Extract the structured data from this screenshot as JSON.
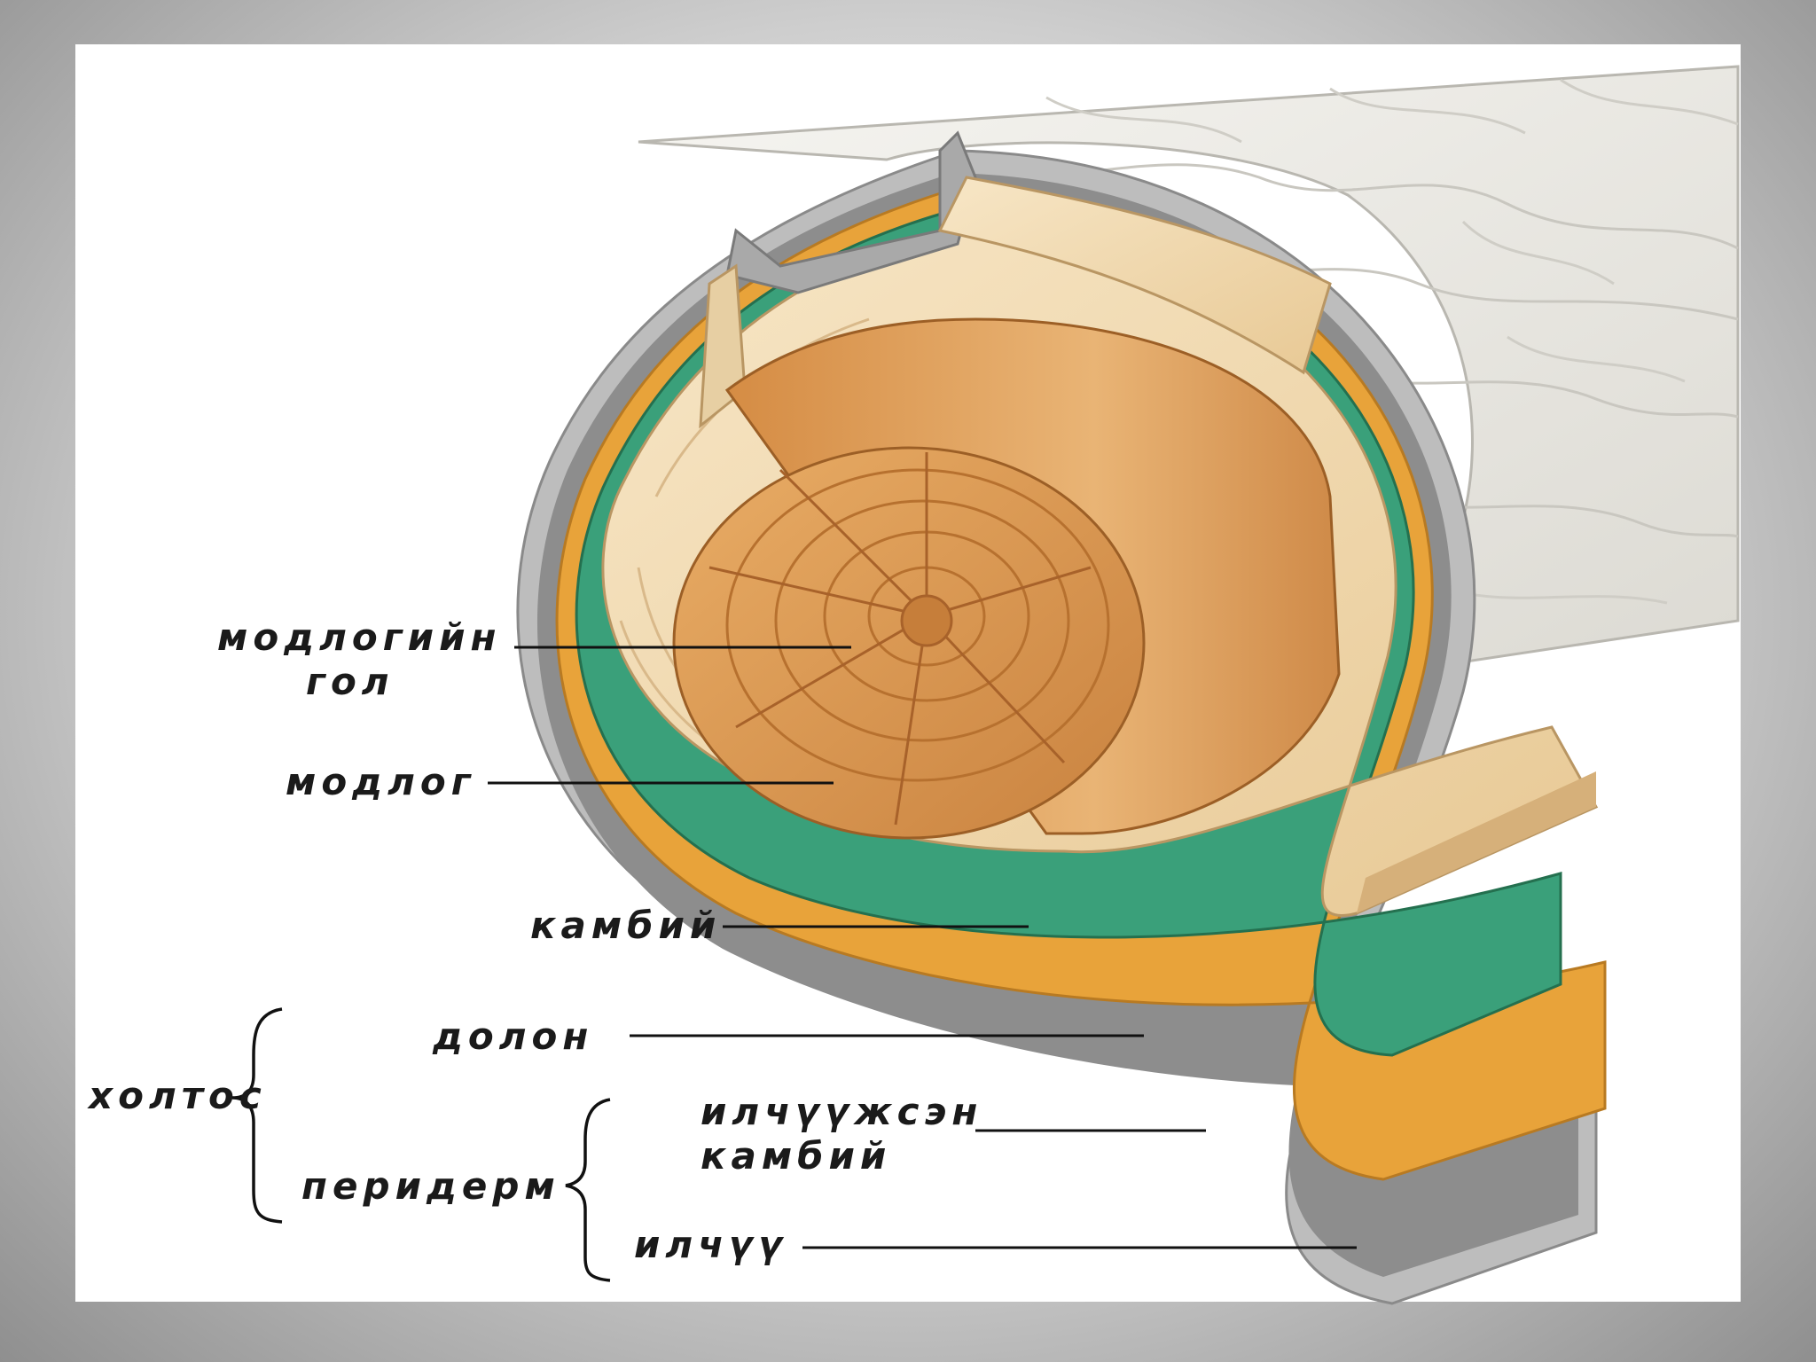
{
  "labels": {
    "pith_line1": "модлогийн",
    "pith_line2": "гол",
    "wood": "модлог",
    "cambium": "камбий",
    "phloem": "долон",
    "bark": "холтос",
    "periderm": "перидерм",
    "cork_cambium_line1": "илчүүжсэн",
    "cork_cambium_line2": "камбий",
    "cork": "илчүү"
  },
  "colors": {
    "background": "#c8c8c8",
    "panel": "#ffffff",
    "cork": "#bdbdbd",
    "cork_cambium": "#8d8d8d",
    "phloem": "#e8a33a",
    "cambium": "#3aa07a",
    "sapwood": "#f3dcb4",
    "heartwood": "#dc9a55",
    "outer_bark": "#ecebe6"
  }
}
